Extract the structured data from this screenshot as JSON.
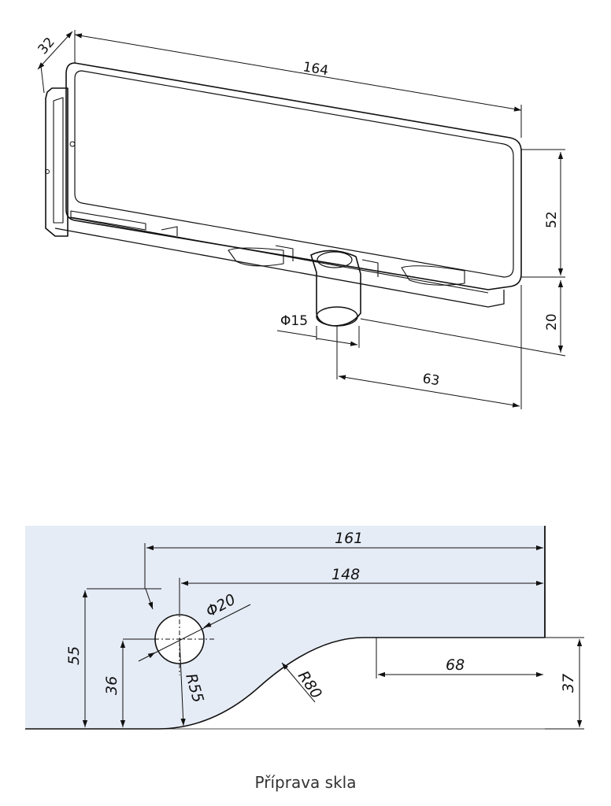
{
  "top_drawing": {
    "dim_depth": "32",
    "dim_length": "164",
    "dim_height": "52",
    "dim_pin_height": "20",
    "dim_pin_diameter": "Φ15",
    "dim_pin_offset": "63"
  },
  "bottom_drawing": {
    "dim_total": "161",
    "dim_to_hole": "148",
    "dim_hole_diameter": "Φ20",
    "dim_cutout_width": "68",
    "dim_hole_center_outer": "55",
    "dim_hole_center_inner": "36",
    "dim_radius_small": "R55",
    "dim_radius_large": "R80",
    "dim_cutout_height": "37",
    "colors": {
      "glass_fill": "#e6ecf6",
      "line": "#111111"
    }
  },
  "caption": "Příprava skla"
}
